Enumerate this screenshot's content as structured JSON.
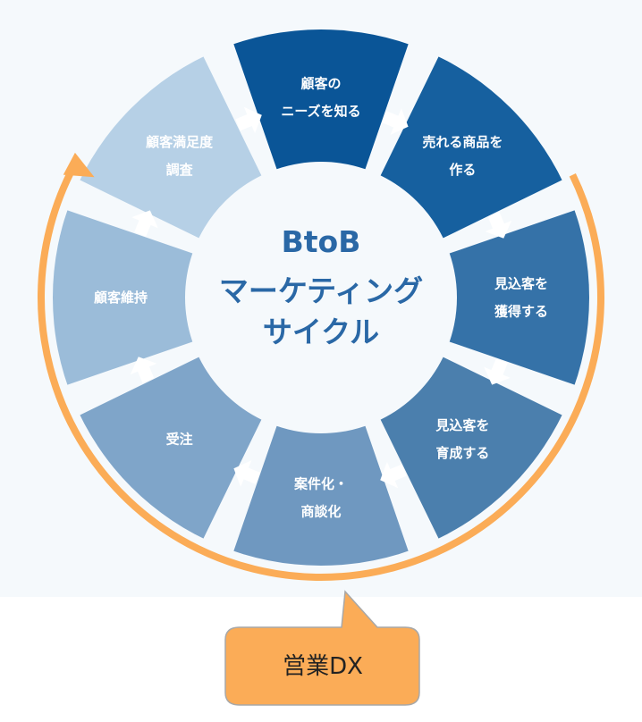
{
  "center": {
    "lines": [
      "BtoB",
      "マーケティング",
      "サイクル"
    ],
    "color": "#2a68a6"
  },
  "segments": [
    {
      "lines": [
        "顧客の",
        "ニーズを知る"
      ],
      "color": "#0a5597"
    },
    {
      "lines": [
        "売れる商品を",
        "作る"
      ],
      "color": "#16609f"
    },
    {
      "lines": [
        "見込客を",
        "獲得する"
      ],
      "color": "#3572a8"
    },
    {
      "lines": [
        "見込客を",
        "育成する"
      ],
      "color": "#4b7fad"
    },
    {
      "lines": [
        "案件化・",
        "商談化"
      ],
      "color": "#6f98c0"
    },
    {
      "lines": [
        "受注"
      ],
      "color": "#7fa5c9"
    },
    {
      "lines": [
        "顧客維持"
      ],
      "color": "#9bbcd9"
    },
    {
      "lines": [
        "顧客満足度",
        "調査"
      ],
      "color": "#b6d0e6"
    }
  ],
  "callout": {
    "label": "営業DX",
    "fill": "#fbac57",
    "arc_color": "#fbac57"
  },
  "colors": {
    "background": "#f5f9fc",
    "arrows": "#ffffff"
  }
}
